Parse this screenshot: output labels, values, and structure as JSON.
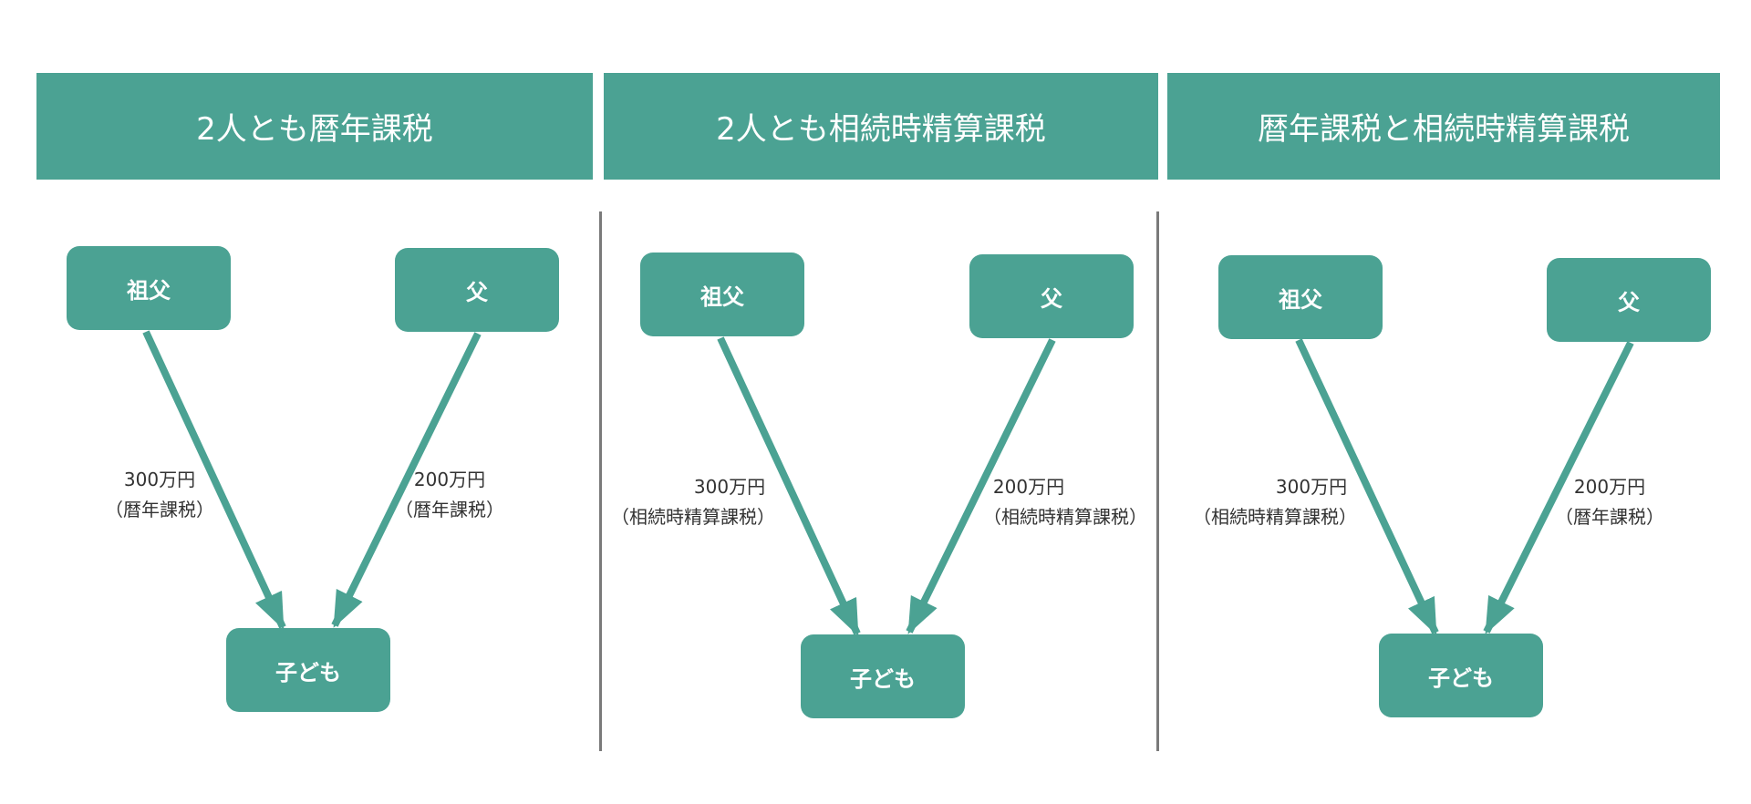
{
  "colors": {
    "accent": "#4BA293",
    "divider": "#7a7a7a",
    "text": "#333333"
  },
  "panels": [
    {
      "title": "2人とも暦年課税",
      "grandfather": "祖父",
      "father": "父",
      "child": "子ども",
      "left_amount": "300万円",
      "left_method": "（暦年課税）",
      "right_amount": "200万円",
      "right_method": "（暦年課税）"
    },
    {
      "title": "2人とも相続時精算課税",
      "grandfather": "祖父",
      "father": "父",
      "child": "子ども",
      "left_amount": "300万円",
      "left_method": "（相続時精算課税）",
      "right_amount": "200万円",
      "right_method": "（相続時精算課税）"
    },
    {
      "title": "暦年課税と相続時精算課税",
      "grandfather": "祖父",
      "father": "父",
      "child": "子ども",
      "left_amount": "300万円",
      "left_method": "（相続時精算課税）",
      "right_amount": "200万円",
      "right_method": "（暦年課税）"
    }
  ]
}
